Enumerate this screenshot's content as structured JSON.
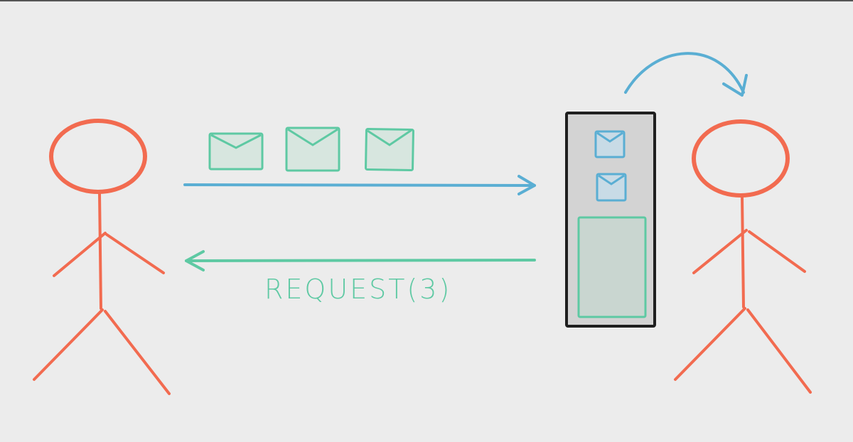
{
  "colors": {
    "background": "#ececec",
    "person": "#f26b50",
    "forward_arrow": "#5aaed3",
    "return_arrow": "#5ec9a3",
    "message_fill": "#d7e6df",
    "server_fill": "#d3d3d3",
    "server_border": "#1f1f1f",
    "storage_fill": "#c9d6d0"
  },
  "icons": {
    "sender": "stick-figure",
    "receiver": "stick-figure",
    "message": "envelope-icon",
    "queue": "server-queue",
    "redelivery": "curved-arrow"
  },
  "flow": {
    "messages_in_flight": 3,
    "messages_in_queue": 2,
    "return_label": "REQUEST(3)"
  }
}
